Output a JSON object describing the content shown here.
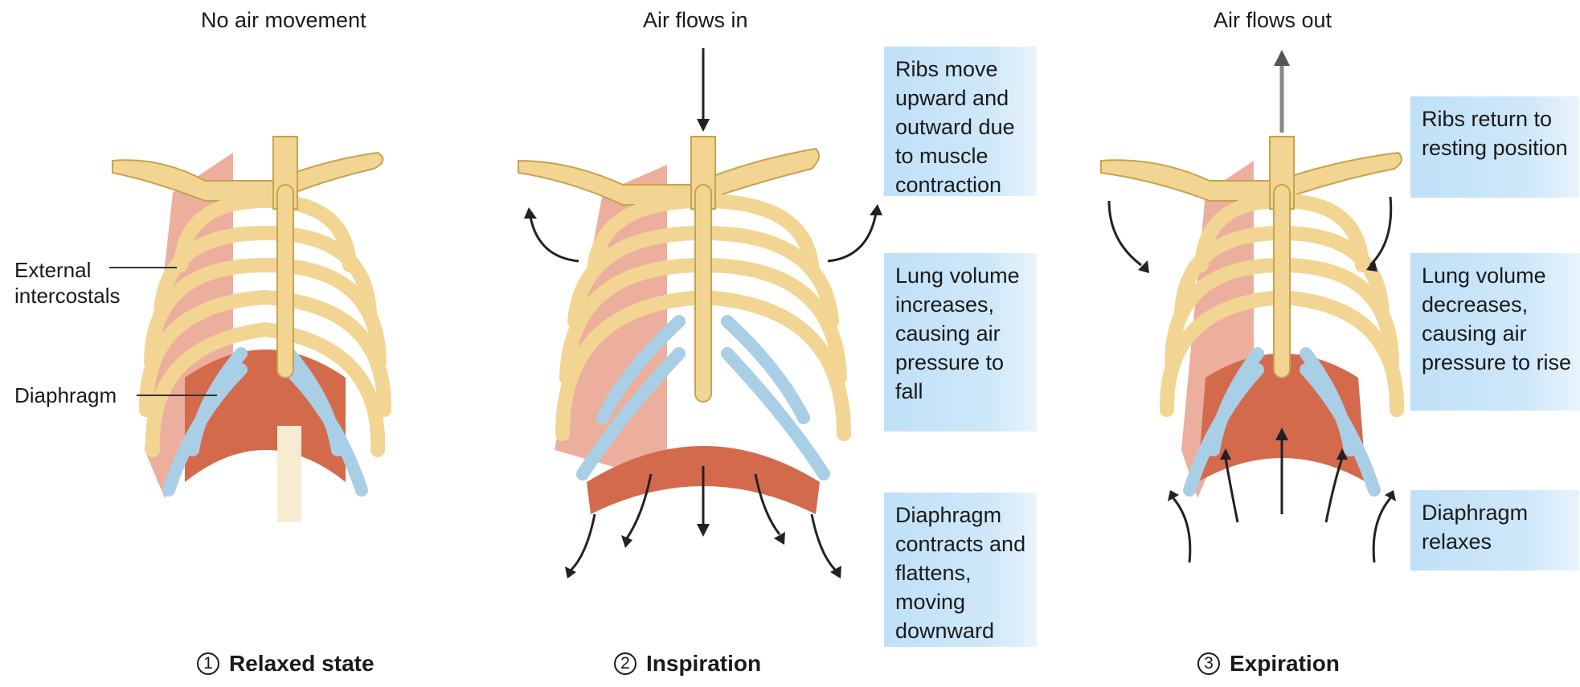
{
  "panels": [
    {
      "top_label": "No air movement",
      "step_number": "1",
      "caption": "Relaxed state",
      "side_labels": [
        "External",
        "intercostals",
        "Diaphragm"
      ]
    },
    {
      "top_label": "Air flows in",
      "step_number": "2",
      "caption": "Inspiration",
      "callouts": [
        "Ribs move upward and outward due to muscle contraction",
        "Lung volume increases, causing air pressure to fall",
        "Diaphragm contracts and flattens, moving downward"
      ]
    },
    {
      "top_label": "Air flows out",
      "step_number": "3",
      "caption": "Expiration",
      "callouts": [
        "Ribs return to resting position",
        "Lung volume decreases, causing air pressure to rise",
        "Diaphragm relaxes"
      ]
    }
  ],
  "colors": {
    "bone": "#f2d592",
    "bone_outline": "#c8a24e",
    "cartilage": "#a9cfe6",
    "muscle": "#e9a08c",
    "diaphragm": "#d46a4c",
    "callout_bg": "#c5e3f8"
  }
}
